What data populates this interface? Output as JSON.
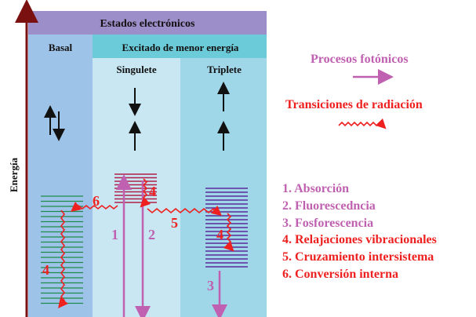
{
  "header": {
    "title": "Estados electrónicos"
  },
  "columns": {
    "basal": "Basal",
    "excited": "Excitado de menor energía",
    "singlet": "Singulete",
    "triplet": "Triplete"
  },
  "axis": {
    "label": "Energía"
  },
  "key": {
    "photonic": "Procesos fotónicos",
    "radiation": "Transiciones de radiación"
  },
  "process_numbers": {
    "absorption": "1",
    "fluorescence": "2",
    "phosphorescence": "3",
    "vib_relax_singlet": "4",
    "vib_relax_triplet": "4",
    "vib_relax_basal": "4",
    "intersystem": "5",
    "internal_conversion": "6"
  },
  "legend": [
    "1. Absorción",
    "2. Fluorescedncia",
    "3. Fosforescencia",
    "4. Relajaciones vibracionales",
    "5. Cruzamiento intersistema",
    "6. Conversión interna"
  ],
  "colors": {
    "header_bg": "#9c8ec9",
    "basal_bg": "#9ec3e8",
    "excited_header_bg": "#6ccbd8",
    "singlet_bg": "#c8e7f2",
    "triplet_bg": "#9fd6e8",
    "photonic": "#c060b0",
    "radiation": "#ee2020",
    "axis": "#7a1010"
  }
}
